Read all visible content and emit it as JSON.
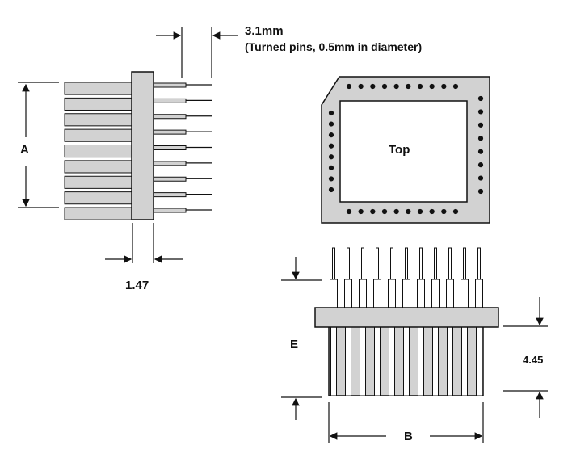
{
  "labels": {
    "pin_spacing": "3.1mm",
    "pin_note": "(Turned pins, 0.5mm in diameter)",
    "dim_a": "A",
    "dim_e": "E",
    "dim_b": "B",
    "dim_1_47": "1.47",
    "dim_4_45": "4.45",
    "top_view": "Top"
  },
  "views": {
    "side_left_pin_rows": 9,
    "top_holes_top_row": 10,
    "top_holes_bottom_row": 10,
    "top_holes_left_col": 8,
    "top_holes_right_col": 8,
    "front_pins": 11
  },
  "colors": {
    "body_gray": "#d2d2d2",
    "outline": "#111111",
    "hole": "#111111",
    "background": "#ffffff"
  }
}
